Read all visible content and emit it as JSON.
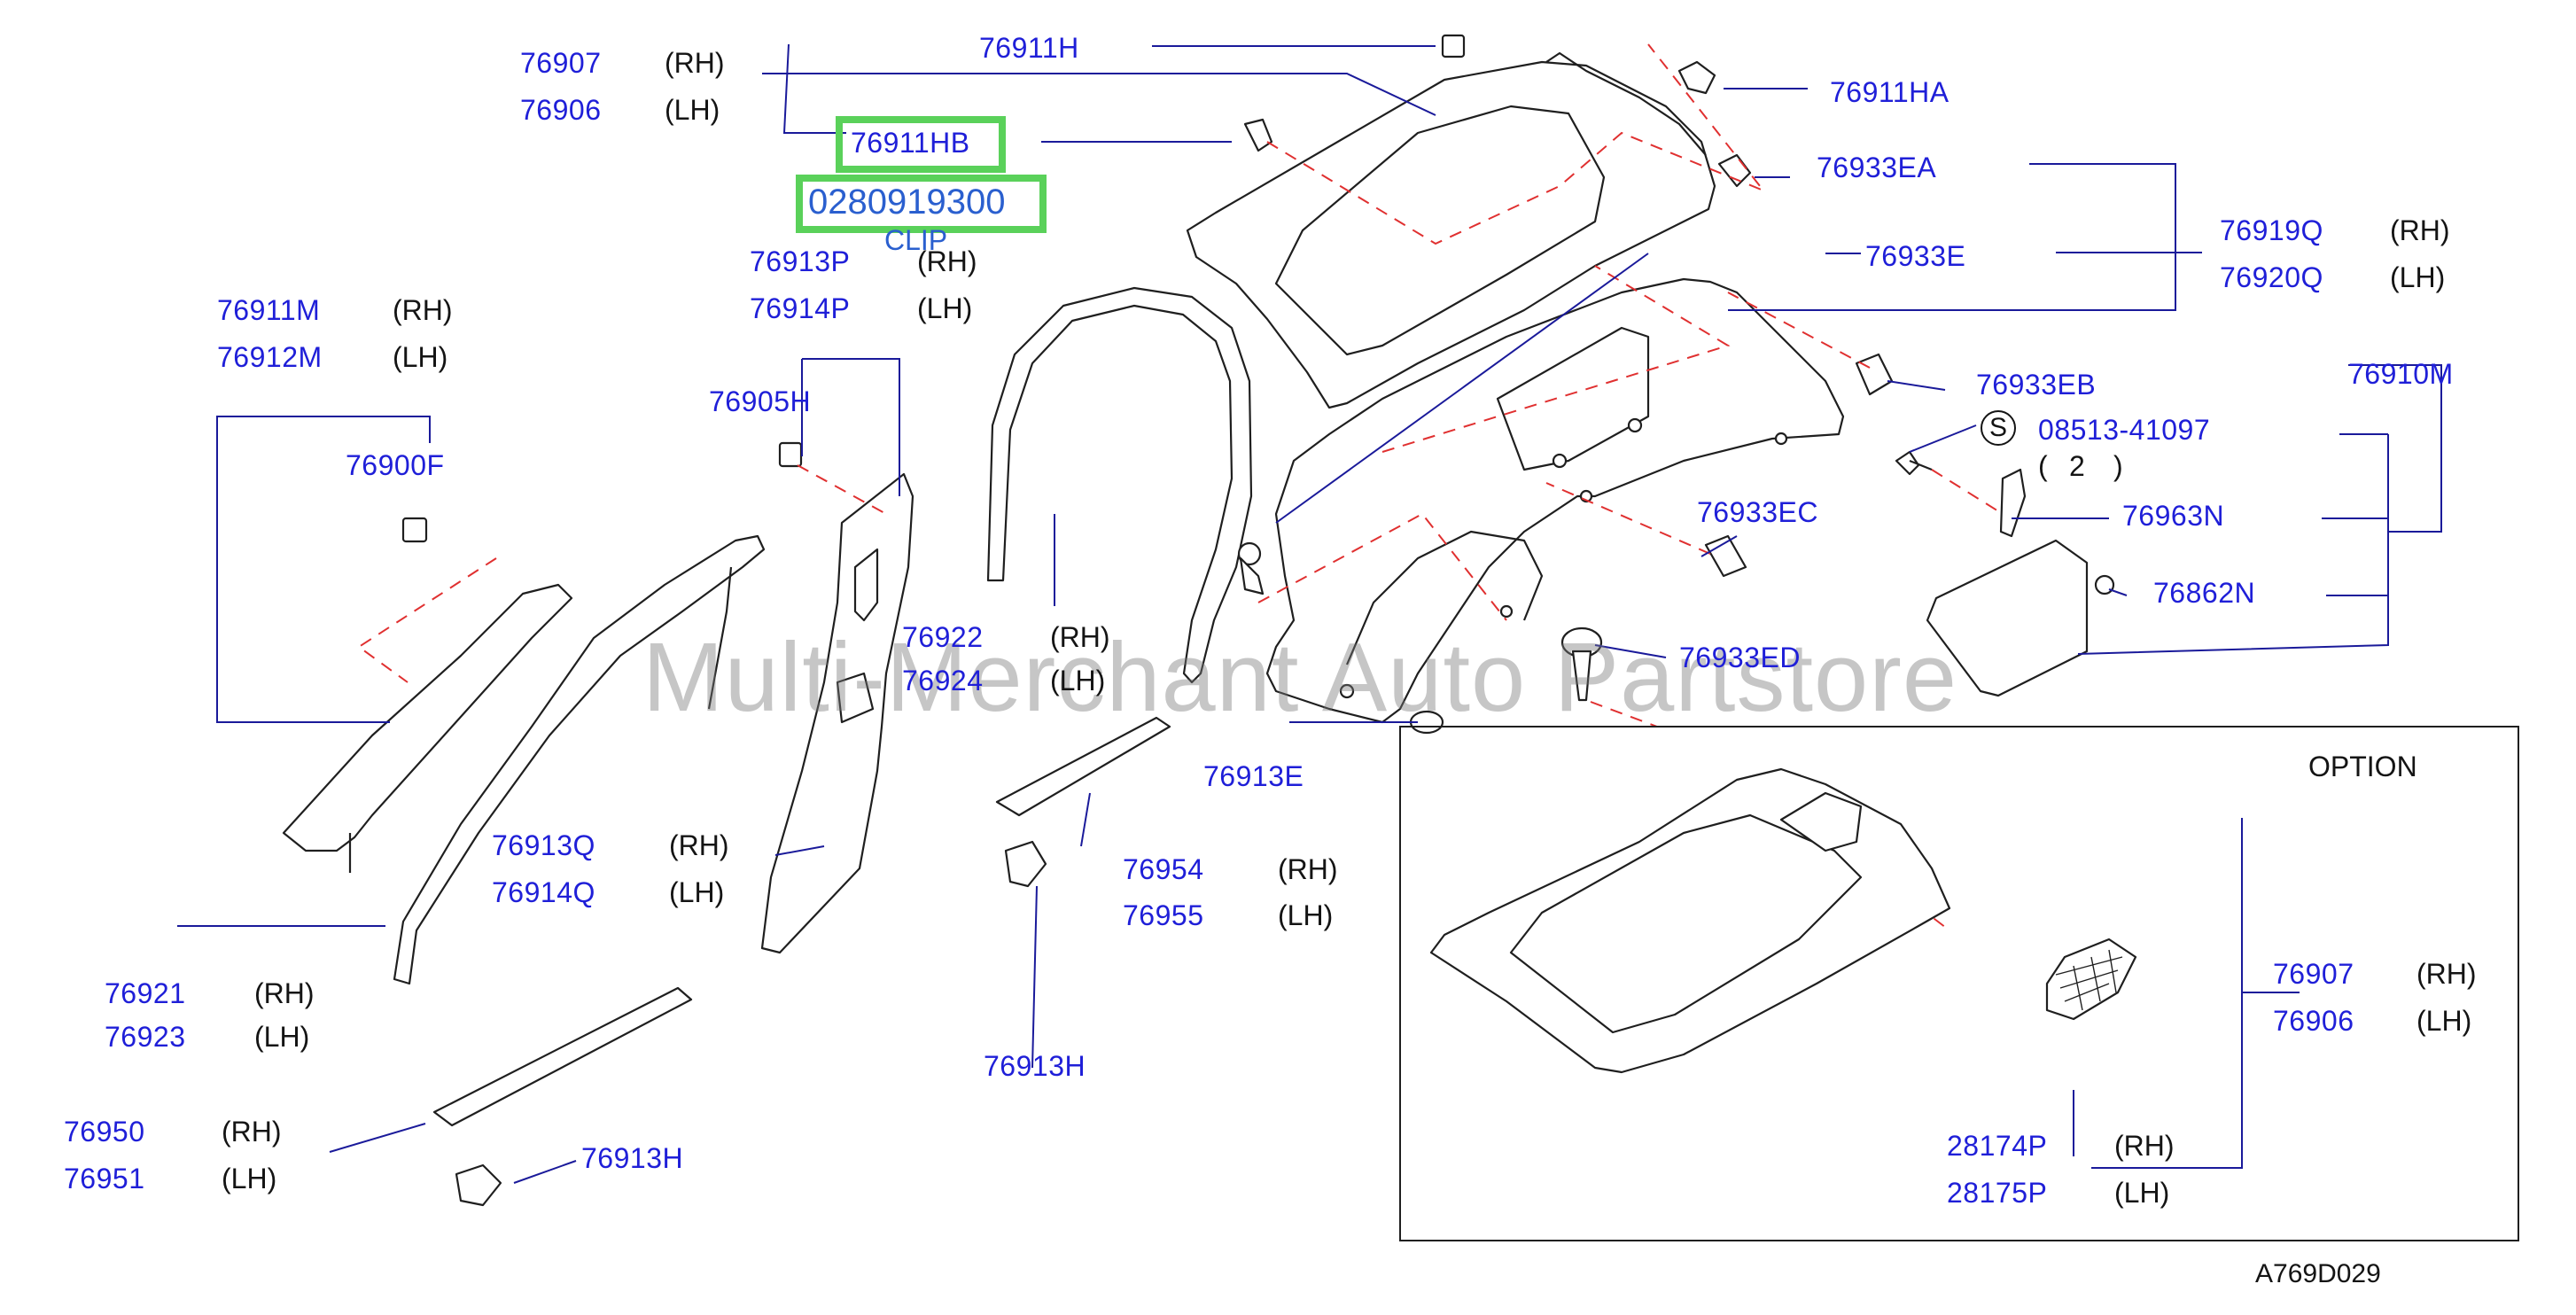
{
  "labels": {
    "p76907_top": "76907",
    "p76906_top": "76906",
    "p76911H": "76911H",
    "p76911HA": "76911HA",
    "p76933EA": "76933EA",
    "p76919Q": "76919Q",
    "p76920Q": "76920Q",
    "p76913P": "76913P",
    "p76914P": "76914P",
    "p76933E": "76933E",
    "p76911M": "76911M",
    "p76912M": "76912M",
    "p76905H": "76905H",
    "p76933EB": "76933EB",
    "p76910M": "76910M",
    "p76900F": "76900F",
    "p08513": "08513-41097",
    "p76963N": "76963N",
    "p76933EC": "76933EC",
    "p76922": "76922",
    "p76924": "76924",
    "p76862N": "76862N",
    "p76933ED": "76933ED",
    "p76913E": "76913E",
    "p76913Q": "76913Q",
    "p76914Q": "76914Q",
    "p76954": "76954",
    "p76955": "76955",
    "p76921": "76921",
    "p76923": "76923",
    "p76907_opt": "76907",
    "p76906_opt": "76906",
    "p76913H_mid": "76913H",
    "p76950": "76950",
    "p76951": "76951",
    "p76913H_low": "76913H",
    "p28174P": "28174P",
    "p28175P": "28175P"
  },
  "sides": {
    "rh": "(RH)",
    "lh": "(LH)"
  },
  "qty": {
    "open": "(",
    "num": "2",
    "close": ")"
  },
  "screw_symbol": "S",
  "highlight": {
    "part": "76911HB",
    "number": "0280919300",
    "desc": "CLIP"
  },
  "option_label": "OPTION",
  "diagram_ref": "A769D029",
  "watermark": "Multi-Merchant Auto Partstore",
  "colors": {
    "label": "#1f1fd8",
    "line": "#1a1a9a",
    "dash": "#e03030",
    "highlight_border": "#5ad15a",
    "highlight_text": "#2a5fcf"
  }
}
